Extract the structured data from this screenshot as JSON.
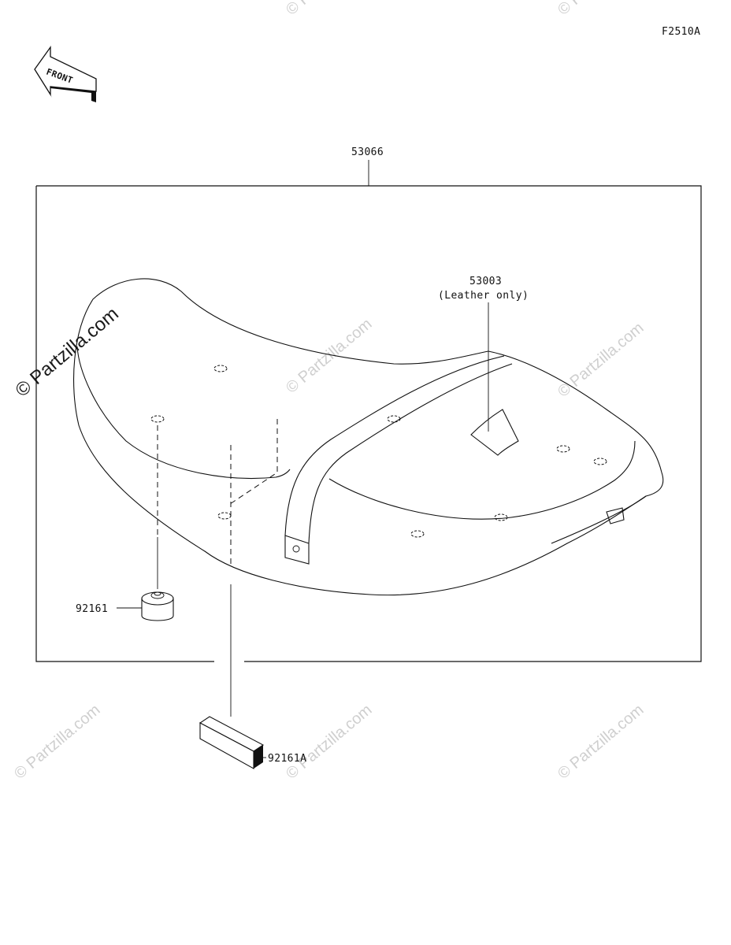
{
  "diagram_code": "F2510A",
  "front_label": "FRONT",
  "watermark_text": "© Partzilla.com",
  "parts": {
    "assembly": "53066",
    "cover": "53003",
    "cover_note": "(Leather only)",
    "damper": "92161",
    "damper_a": "92161A"
  },
  "colors": {
    "ink": "#111111",
    "watermark": "#cfcfcf",
    "background": "#ffffff"
  }
}
